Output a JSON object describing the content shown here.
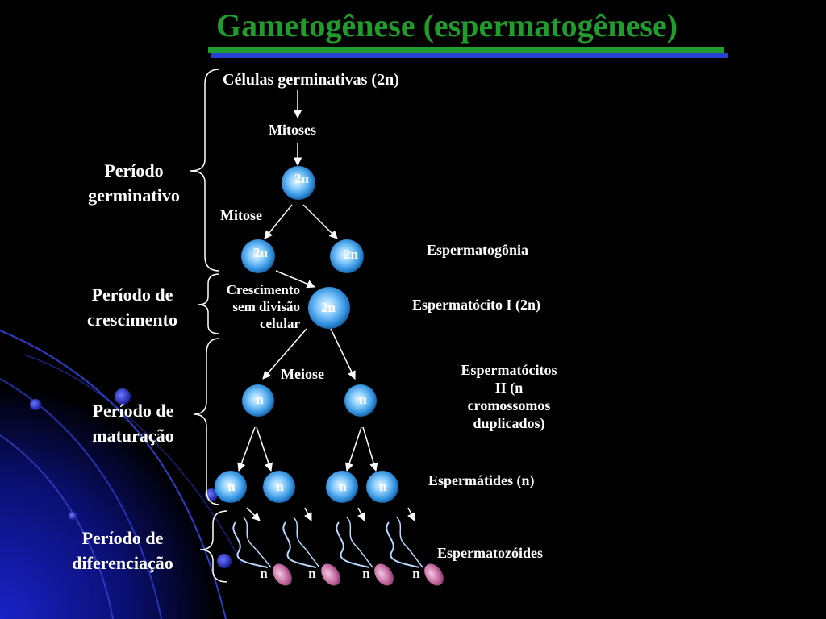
{
  "title": "Gametogênese (espermatogênese)",
  "periods": {
    "germinativo": [
      "Período",
      "germinativo"
    ],
    "crescimento": [
      "Período de",
      "crescimento"
    ],
    "maturacao": [
      "Período de",
      "maturação"
    ],
    "diferenciacao": [
      "Período de",
      "diferenciação"
    ]
  },
  "steps": {
    "celulas": "Células germinativas (2n)",
    "mitoses": "Mitoses",
    "mitose": "Mitose",
    "crescimento": [
      "Crescimento",
      "sem divisão",
      "celular"
    ],
    "meiose": "Meiose"
  },
  "stages": {
    "espermatogonia": "Espermatogônia",
    "espermatocito1": "Espermatócito I (2n)",
    "espermatocitos2": [
      "Espermatócitos",
      "II (n",
      "cromossomos",
      "duplicados)"
    ],
    "espermatides": "Espermátides (n)",
    "espermatozoides": "Espermatozóides"
  },
  "ploidy": {
    "diploid": "2n",
    "haploid": "n"
  },
  "colors": {
    "title": "#1f9c2c",
    "underline": "#2840d0",
    "text": "#ffffff",
    "cell": "#3a9ee6",
    "sperm_head": "#c46aa0"
  }
}
